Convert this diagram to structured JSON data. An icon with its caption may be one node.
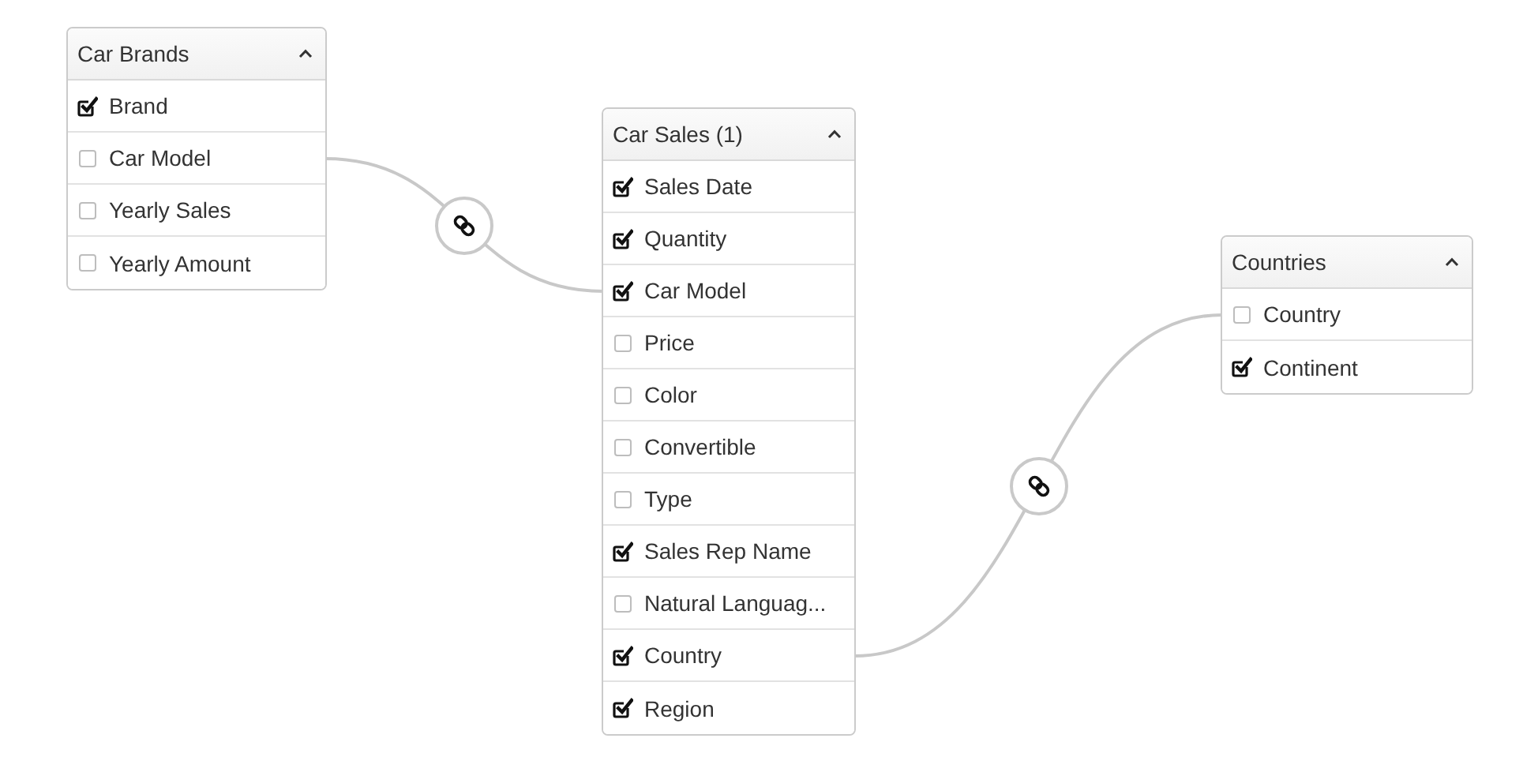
{
  "diagram": {
    "nodes": [
      {
        "text": [
          "Car Brands"
        ]
      },
      {
        "text": [
          "Brand"
        ],
        "in": 0
      },
      {
        "text": [
          "Car Model"
        ],
        "in": 0
      },
      {
        "text": [
          "Yearly Sales"
        ],
        "in": 0
      },
      {
        "text": [
          "Yearly Amount"
        ],
        "in": 0
      },
      {
        "text": [
          "Car Sales (1)"
        ]
      },
      {
        "text": [
          "Sales Date"
        ],
        "in": 5
      },
      {
        "text": [
          "Quantity"
        ],
        "in": 5
      },
      {
        "text": [
          "Car Model"
        ],
        "in": 5
      },
      {
        "text": [
          "Price"
        ],
        "in": 5
      },
      {
        "text": [
          "Color"
        ],
        "in": 5
      },
      {
        "text": [
          "Convertible"
        ],
        "in": 5
      },
      {
        "text": [
          "Type"
        ],
        "in": 5
      },
      {
        "text": [
          "Sales Rep Name"
        ],
        "in": 5
      },
      {
        "text": [
          "Natural Languag..."
        ],
        "in": 5
      },
      {
        "text": [
          "Country"
        ],
        "in": 5
      },
      {
        "text": [
          "Region"
        ],
        "in": 5
      },
      {
        "text": [
          "Countries"
        ]
      },
      {
        "text": [
          "Country"
        ],
        "in": 17
      },
      {
        "text": [
          "Continent"
        ],
        "in": 17
      }
    ],
    "edges": [
      {
        "from": 2,
        "to": 8,
        "arrow": "none"
      },
      {
        "from": 15,
        "to": 18,
        "arrow": "none"
      }
    ]
  }
}
